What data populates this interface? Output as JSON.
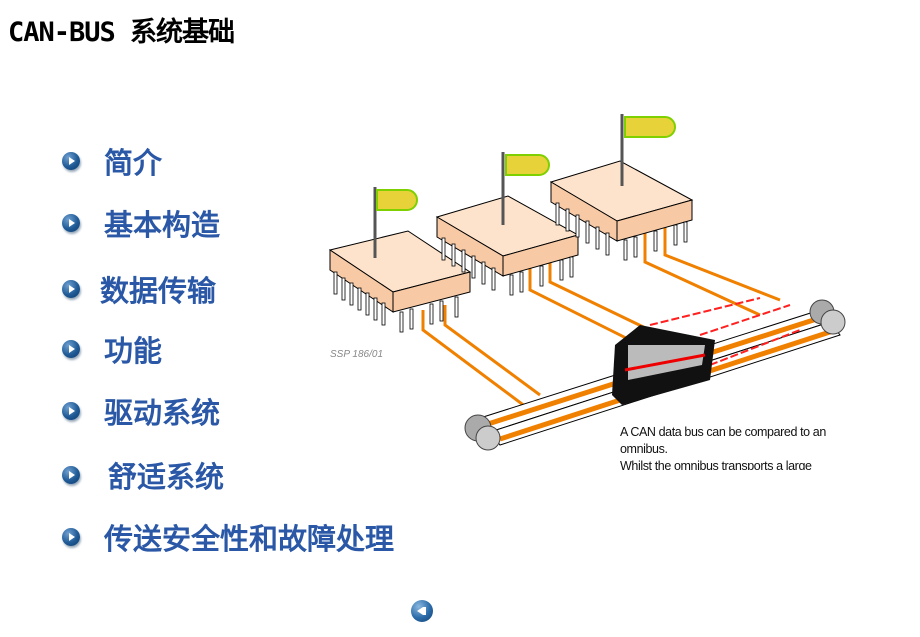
{
  "title": "CAN-BUS 系统基础",
  "menu": [
    {
      "label": "简介"
    },
    {
      "label": "基本构造"
    },
    {
      "label": "数据传输"
    },
    {
      "label": "功能"
    },
    {
      "label": "驱动系统"
    },
    {
      "label": "舒适系统"
    },
    {
      "label": "传送安全性和故障处理"
    }
  ],
  "figure": {
    "ssp_label": "SSP 186/01",
    "caption_lines": [
      "A CAN data bus can be compared to an",
      "omnibus.",
      "Whilst the omnibus transports a large"
    ]
  },
  "colors": {
    "menu_text": "#2a58a6",
    "wire": "#f08000",
    "chip": "#fcd8b8",
    "flag": "#e8d23a"
  }
}
